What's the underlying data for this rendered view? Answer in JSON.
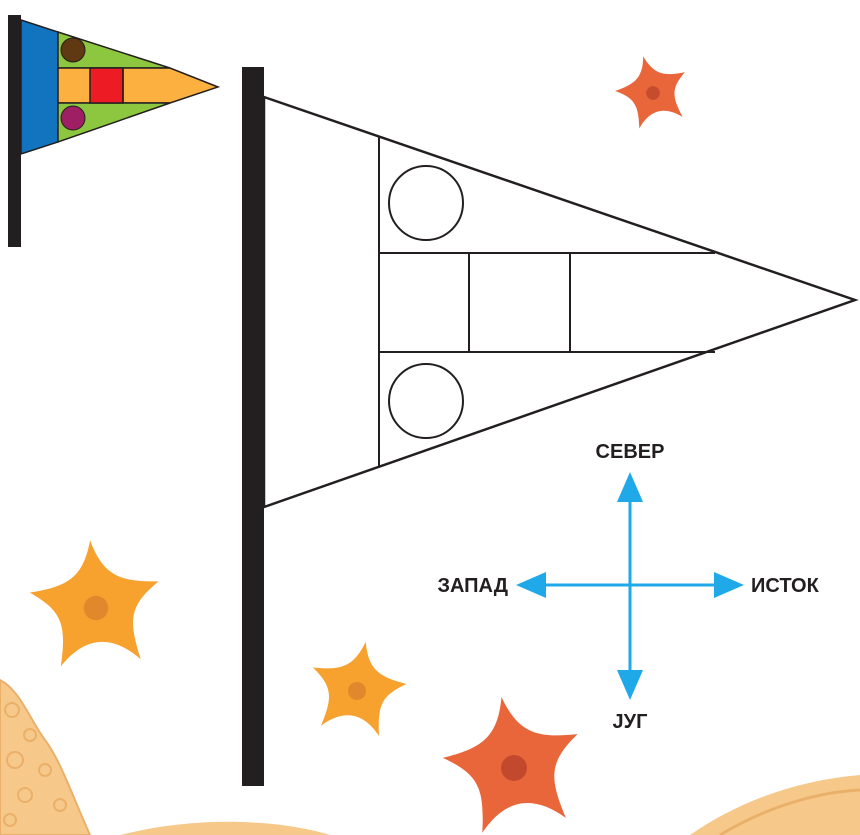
{
  "compass": {
    "north": "СЕВЕР",
    "south": "ЈУГ",
    "west": "ЗАПАД",
    "east": "ИСТОК"
  },
  "colors": {
    "pole": "#231f20",
    "sample_hoist": "#1273be",
    "sample_top_band": "#8dc63f",
    "sample_middle_band": "#fbb040",
    "sample_bottom_band": "#8dc63f",
    "sample_top_circle": "#603913",
    "sample_bottom_circle": "#9e1f63",
    "sample_square": "#ed1c24",
    "outline": "#231f20",
    "compass_arrows": "#1fa9e8",
    "starfish_orange": "#f7a12f",
    "starfish_red": "#e8663a",
    "sand": "#f6c98a",
    "sand_dark": "#eab06a"
  },
  "icons": {
    "sample_flag": "colored-pennant-icon",
    "outline_flag": "blank-pennant-icon",
    "compass": "compass-rose-icon",
    "decoration": "starfish-icon"
  }
}
